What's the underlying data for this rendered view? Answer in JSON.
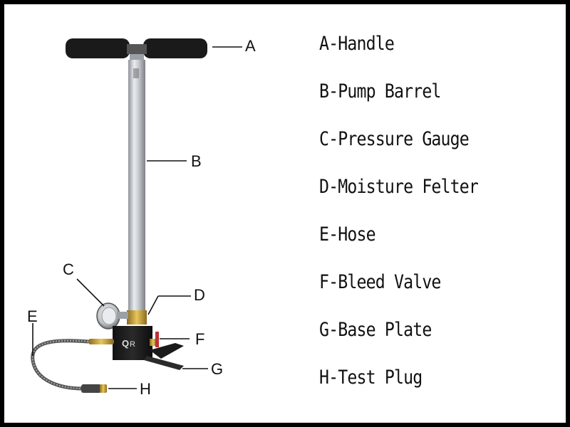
{
  "callouts": [
    "A",
    "B",
    "C",
    "D",
    "E",
    "F",
    "G",
    "H"
  ],
  "legend": [
    "A-Handle",
    "B-Pump Barrel",
    "C-Pressure Gauge",
    "D-Moisture Felter",
    "E-Hose",
    "F-Bleed Valve",
    "G-Base Plate",
    "H-Test Plug"
  ],
  "colors": {
    "frame": "#000000",
    "background": "#ffffff",
    "barrel": "#c8ccd0",
    "handle": "#1a1a1a",
    "brass": "#c9a13a"
  }
}
